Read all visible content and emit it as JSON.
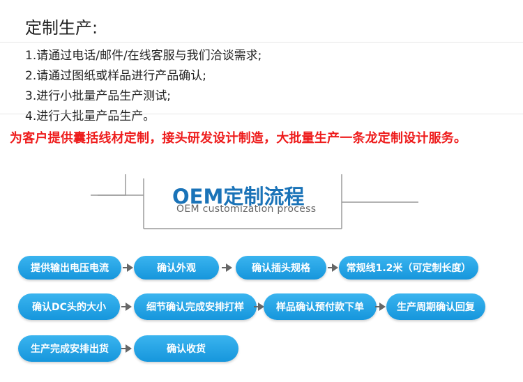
{
  "title": "定制生产:",
  "steps": [
    "1.请通过电话/邮件/在线客服与我们洽谈需求;",
    "2.请通过图纸或样品进行产品确认;",
    "3.进行小批量产品生产测试;",
    "4.进行大批量产品生产。"
  ],
  "tagline": "为客户提供囊括线材定制，接头研发设计制造，大批量生产一条龙定制设计服务。",
  "oem": {
    "title": "OEM定制流程",
    "subtitle": "OEM customization process"
  },
  "flow": [
    "提供输出电压电流",
    "确认外观",
    "确认插头规格",
    "常规线1.2米（可定制长度）",
    "确认DC头的大小",
    "细节确认完成安排打样",
    "样品确认预付款下单",
    "生产周期确认回复",
    "生产完成安排出货",
    "确认收货"
  ],
  "colors": {
    "pill": "#1a9be0",
    "tagline": "#ee1c1c",
    "oem_title": "#1a73b8"
  }
}
